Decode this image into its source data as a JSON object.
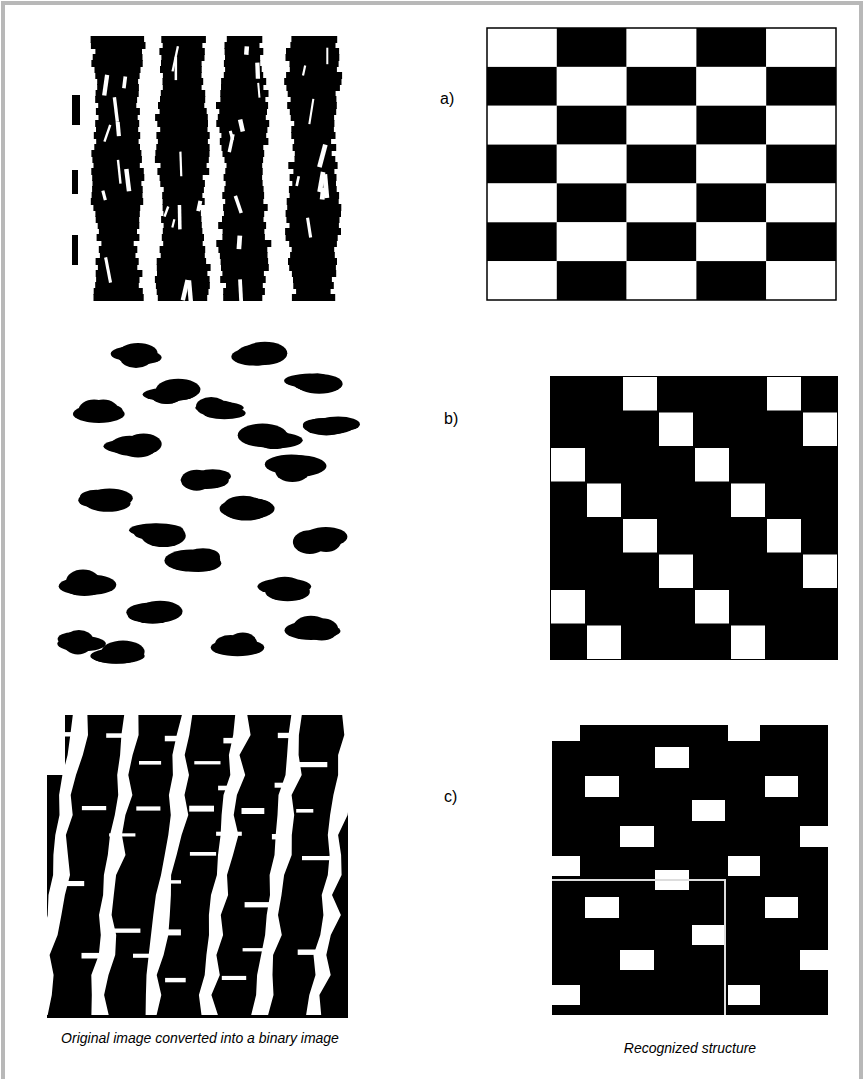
{
  "diagram": {
    "labels": [
      "a)",
      "b)",
      "c)",
      "Original image converted into a binary image",
      "Recognized structure"
    ]
  }
}
